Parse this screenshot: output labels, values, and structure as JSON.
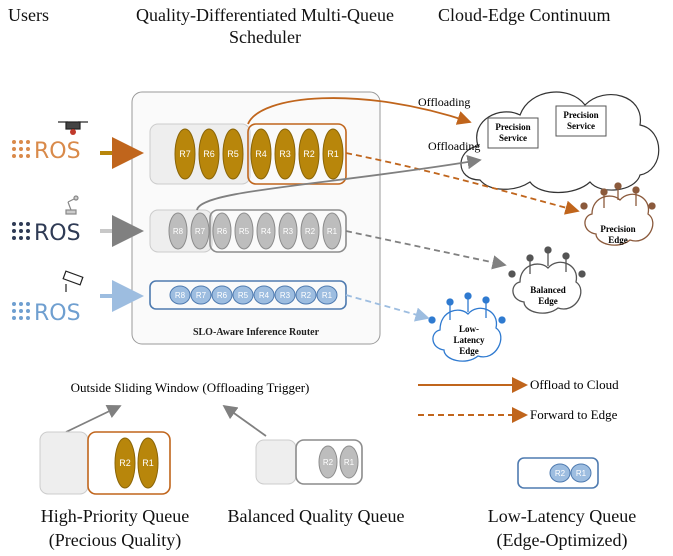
{
  "headers": {
    "users": "Users",
    "scheduler": "Quality-Differentiated Multi-Queue Scheduler",
    "continuum": "Cloud-Edge Continuum"
  },
  "router_label": "SLO-Aware Inference Router",
  "ros_label": "ROS",
  "users": [
    {
      "device_icon": "drone-icon",
      "color": "#d98a4a"
    },
    {
      "device_icon": "robot-arm-icon",
      "color": "#2f3b55"
    },
    {
      "device_icon": "security-camera-icon",
      "color": "#6f9fd0"
    }
  ],
  "queues": {
    "high_priority": {
      "outside": [
        "R7",
        "R6",
        "R5"
      ],
      "inside": [
        "R4",
        "R3",
        "R2",
        "R1"
      ],
      "color": "#b8860b",
      "border": "#c0651c"
    },
    "balanced": {
      "outside": [
        "R8",
        "R7"
      ],
      "inside": [
        "R6",
        "R5",
        "R4",
        "R3",
        "R2",
        "R1"
      ],
      "color": "#bdbdbd",
      "border": "#8c8c8c"
    },
    "low_latency": {
      "items": [
        "R8",
        "R7",
        "R6",
        "R5",
        "R4",
        "R3",
        "R2",
        "R1"
      ],
      "color": "#9dbde0",
      "border": "#4f7bb0"
    }
  },
  "arrows": {
    "offloading_1": "Offloading",
    "offloading_2": "Offloading"
  },
  "cloud": {
    "service_1": "Precision Service",
    "service_2": "Precision Service"
  },
  "edges": {
    "precision": "Precision Edge",
    "balanced": "Balanced Edge",
    "low_latency": "Low-Latency Edge"
  },
  "legend": {
    "offload_cloud": "Offload to Cloud",
    "forward_edge": "Forward to Edge",
    "sliding_window": "Outside Sliding Window (Offloading Trigger)"
  },
  "examples": {
    "high_priority": [
      "R2",
      "R1"
    ],
    "balanced": [
      "R2",
      "R1"
    ],
    "low_latency": [
      "R2",
      "R1"
    ]
  },
  "captions": {
    "high_priority": "High-Priority Queue (Precious Quality)",
    "balanced": "Balanced Quality Queue",
    "low_latency": "Low-Latency Queue (Edge-Optimized)"
  },
  "colors": {
    "orange": "#c0651c",
    "gray": "#8c8c8c",
    "blue": "#4f7bb0",
    "edge_brown": "#8b5a3c"
  }
}
